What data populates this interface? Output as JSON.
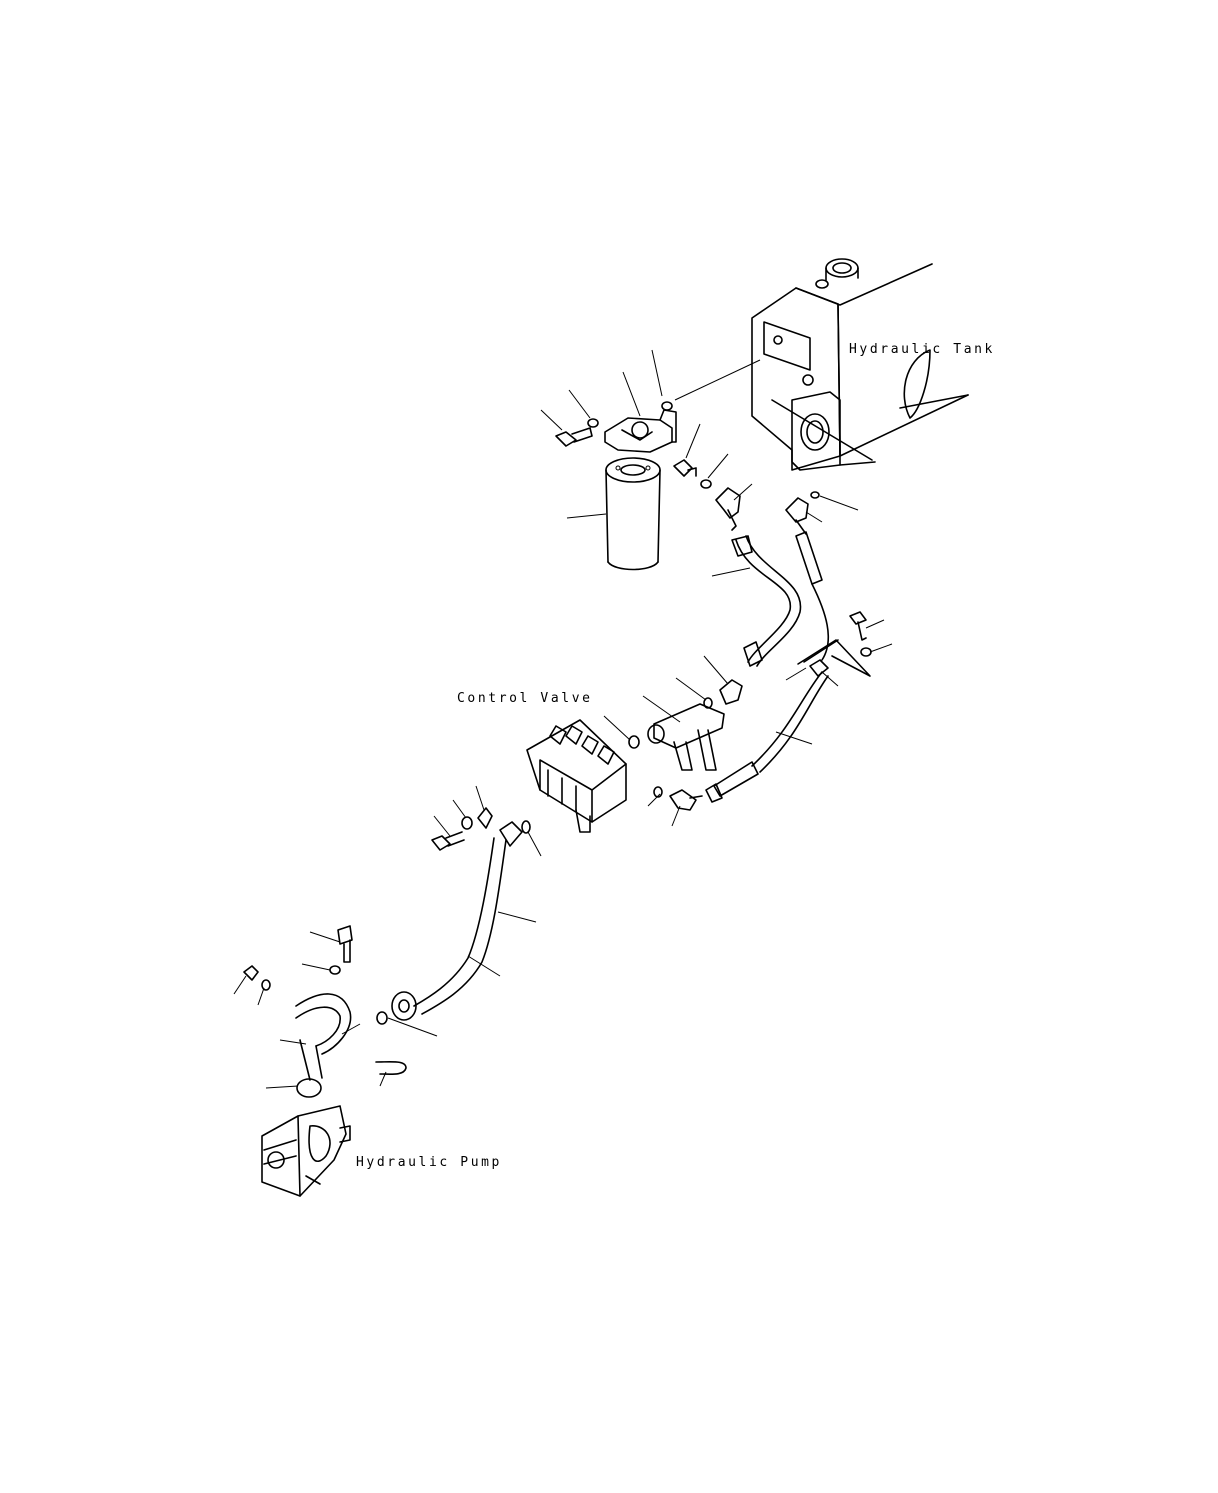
{
  "labels": {
    "hydraulic_tank": "Hydraulic Tank",
    "control_valve": "Control Valve",
    "hydraulic_pump": "Hydraulic Pump"
  },
  "colors": {
    "line": "#000000",
    "background": "#ffffff"
  }
}
